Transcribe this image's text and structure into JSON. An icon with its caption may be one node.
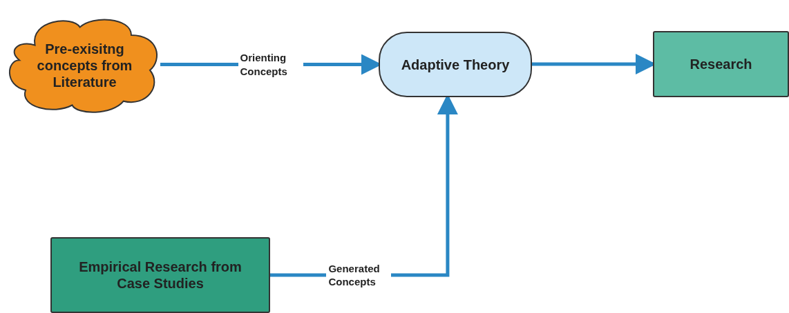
{
  "diagram": {
    "nodes": [
      {
        "text": [
          "Pre-exisitng concepts from Literature"
        ]
      },
      {
        "text": [
          "Adaptive Theory"
        ]
      },
      {
        "text": [
          "Research"
        ]
      },
      {
        "text": [
          "Empirical Research from Case Studies"
        ]
      }
    ],
    "edges": [
      {
        "from": 0,
        "to": 1,
        "arrow": "to",
        "label": "Orienting Concepts"
      },
      {
        "from": 1,
        "to": 2,
        "arrow": "to"
      },
      {
        "from": 3,
        "to": 1,
        "arrow": "to",
        "label": "Generated Concepts"
      }
    ]
  }
}
